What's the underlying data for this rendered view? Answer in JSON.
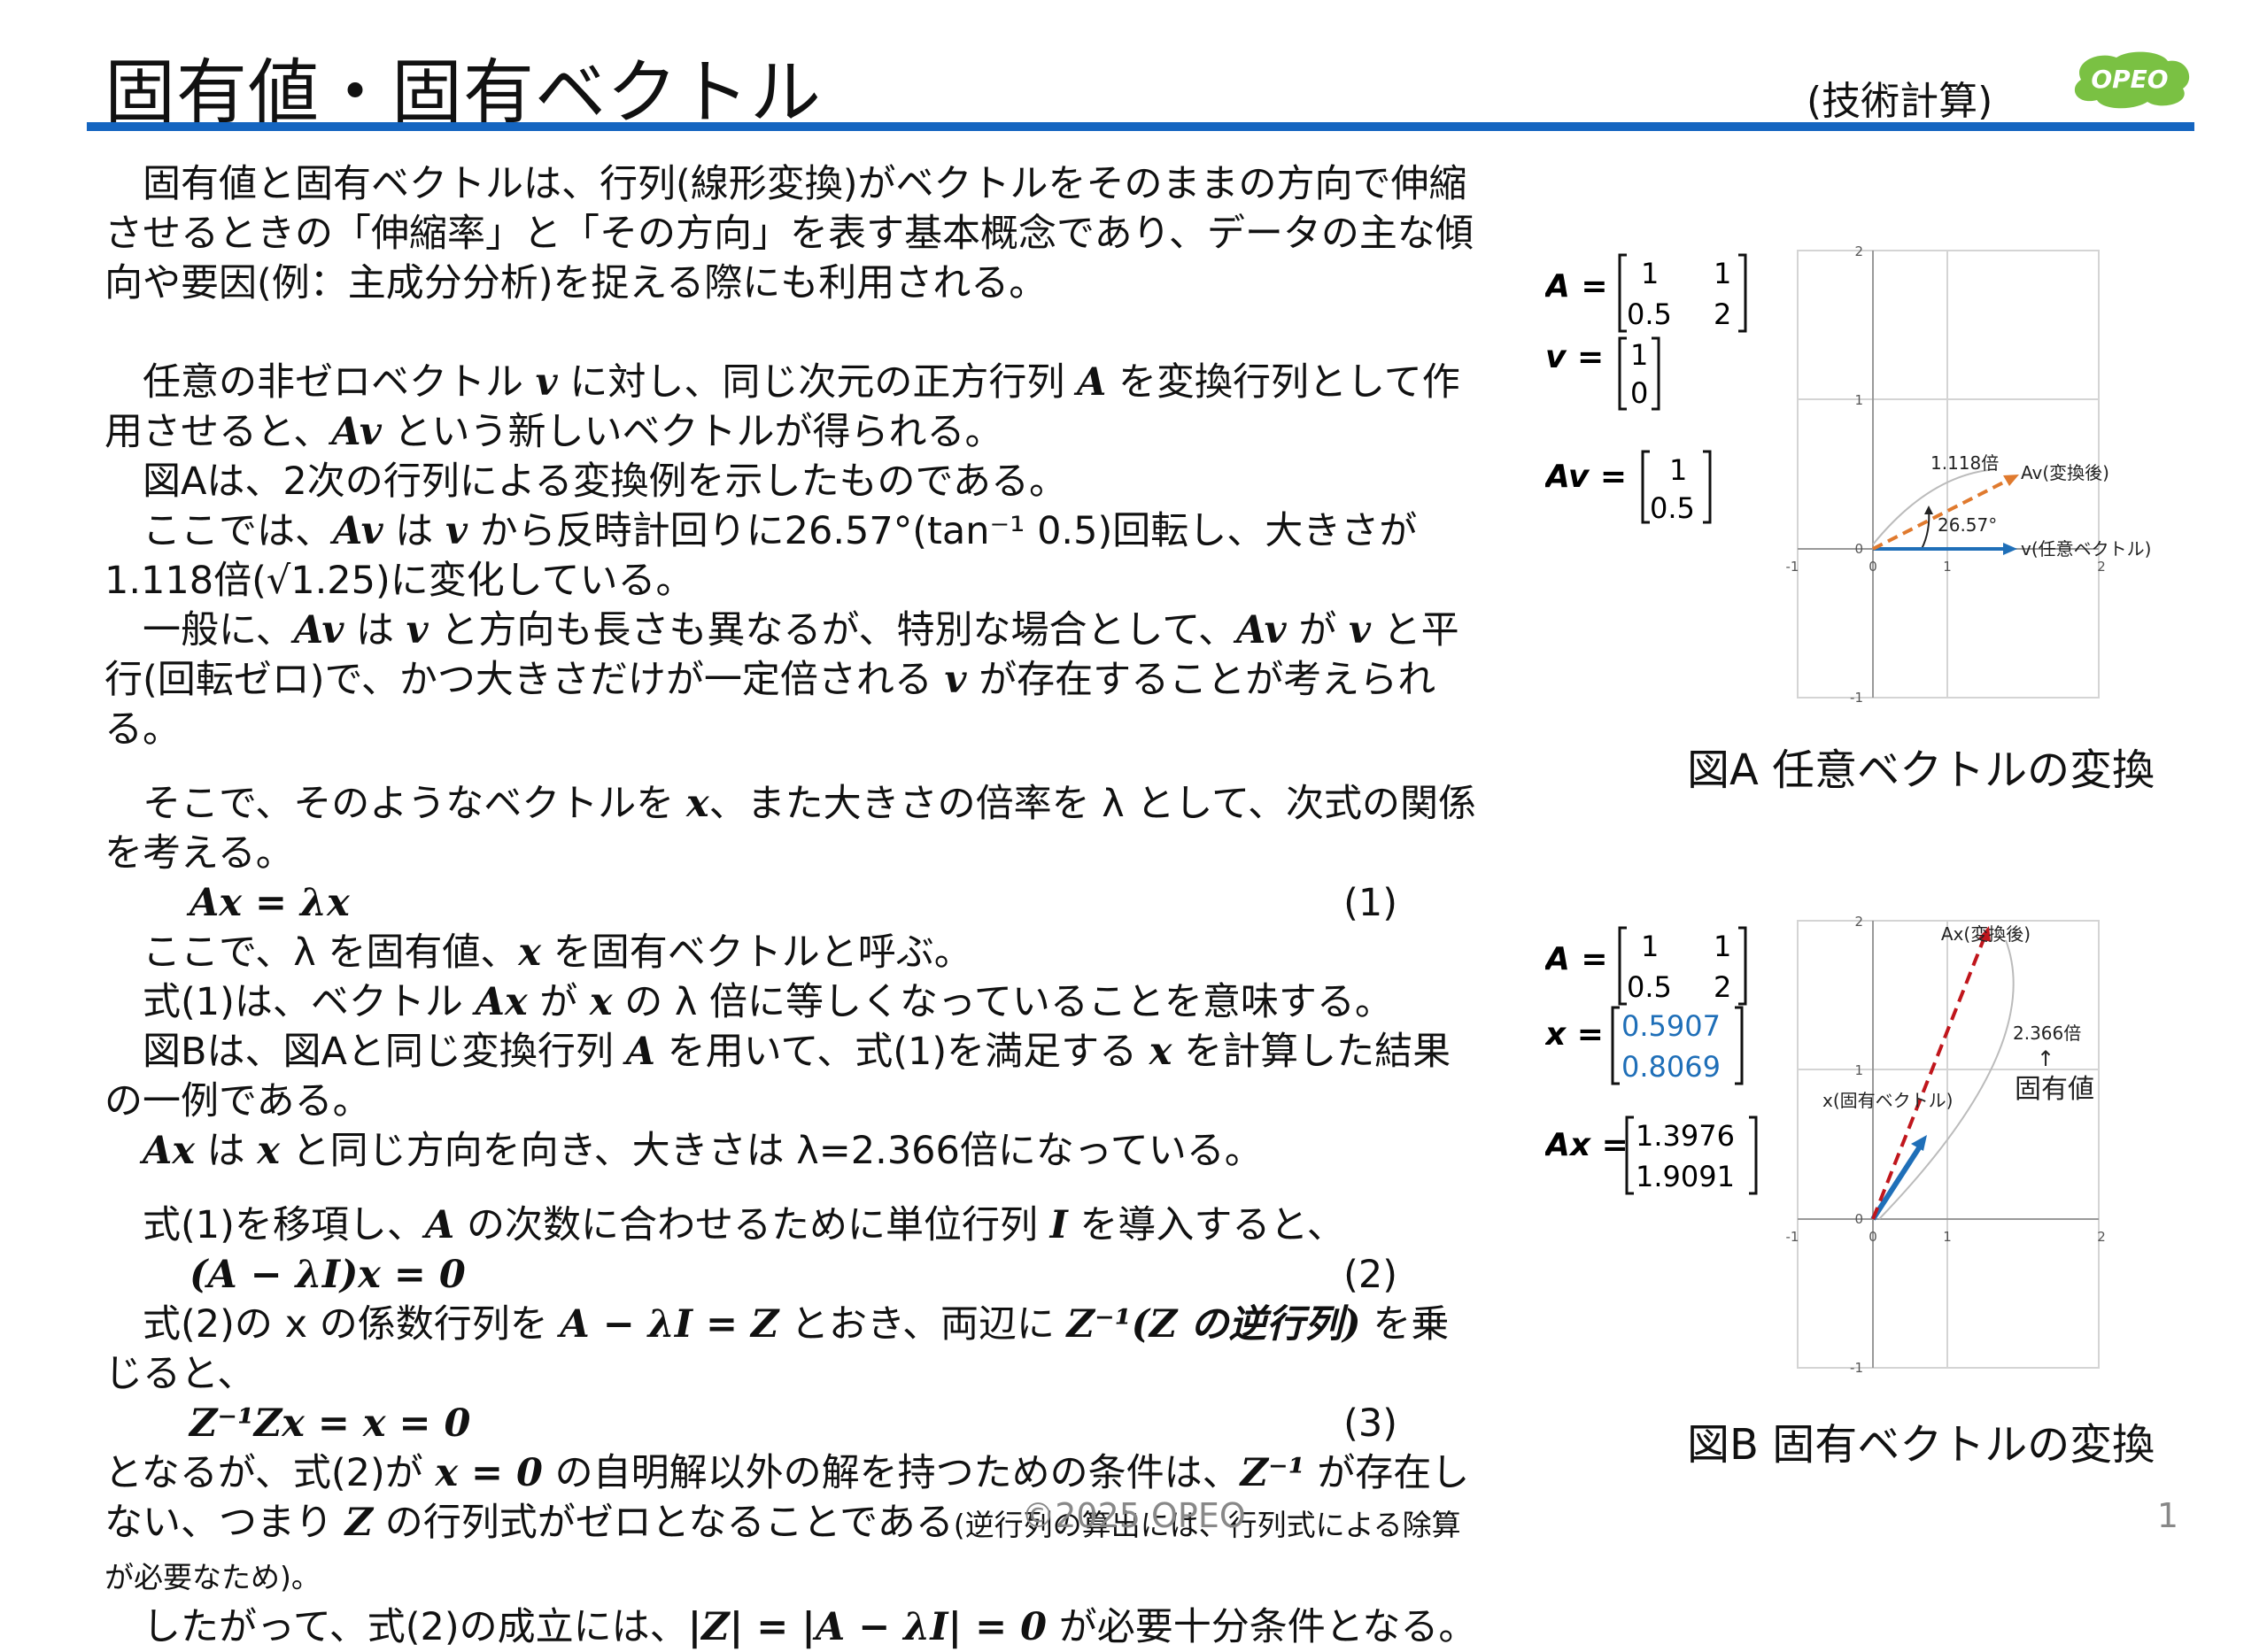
{
  "header": {
    "title": "固有値・固有ベクトル",
    "subtitle": "(技術計算)",
    "logo_text": "OPEO",
    "accent_color": "#1565c0",
    "logo_color": "#7ac143"
  },
  "body": {
    "p1": "　固有値と固有ベクトルは、行列(線形変換)がベクトルをそのままの方向で伸縮させるときの「伸縮率」と「その方向」を表す基本概念であり、データの主な傾向や要因(例：主成分分析)を捉える際にも利用される。",
    "p2_a": "　任意の非ゼロベクトル ",
    "p2_b": " に対し、同じ次元の正方行列 ",
    "p2_c": " を変換行列として作用させると、",
    "p2_d": " という新しいベクトルが得られる。",
    "p3": "　図Aは、2次の行列による変換例を示したものである。",
    "p4_a": "　ここでは、",
    "p4_b": " は ",
    "p4_c": " から反時計回りに26.57°(tan⁻¹ 0.5)回転し、大きさが1.118倍(√1.25)に変化している。",
    "p5_a": "　一般に、",
    "p5_b": " は ",
    "p5_c": " と方向も長さも異なるが、特別な場合として、",
    "p5_d": " が ",
    "p5_e": " と平行(回転ゼロ)で、かつ大きさだけが一定倍される ",
    "p5_f": " が存在することが考えられる。",
    "p6_a": "　そこで、そのようなベクトルを ",
    "p6_b": "、また大きさの倍率を λ として、次式の関係を考える。",
    "eq1": "Ax = λx",
    "eq1_num": "(1)",
    "p7_a": "　ここで、λ を固有値、",
    "p7_b": " を固有ベクトルと呼ぶ。",
    "p8_a": "　式(1)は、ベクトル ",
    "p8_b": " が ",
    "p8_c": " の λ 倍に等しくなっていることを意味する。",
    "p9_a": "　図Bは、図Aと同じ変換行列 ",
    "p9_b": " を用いて、式(1)を満足する ",
    "p9_c": " を計算した結果の一例である。",
    "p10_a": "　",
    "p10_b": " は ",
    "p10_c": " と同じ方向を向き、大きさは λ=2.366倍になっている。",
    "p11_a": "　式(1)を移項し、",
    "p11_b": " の次数に合わせるために単位行列 ",
    "p11_c": " を導入すると、",
    "eq2": "(A − λI)x = 0",
    "eq2_num": "(2)",
    "p12_a": "　式(2)の x の係数行列を ",
    "p12_b": " とおき、両辺に ",
    "p12_c": " を乗じると、",
    "eq3": "Z⁻¹Zx = x = 0",
    "eq3_num": "(3)",
    "p13_a": "となるが、式(2)が ",
    "p13_b": " の自明解以外の解を持つための条件は、",
    "p13_c": " が存在しない、つまり ",
    "p13_d": " の行列式がゼロとなることである",
    "p13_e": "(逆行列の算出には、行列式による除算が必要なため)。",
    "p14_a": "　したがって、式(2)の成立には、",
    "p14_b": " が必要十分条件となる。",
    "sym_v": "v",
    "sym_A": "A",
    "sym_Av": "Av",
    "sym_x": "x",
    "sym_Ax": "Ax",
    "sym_I": "I",
    "sym_AlI_Z": "A − λI = Z",
    "sym_Zinv_paren": "Z⁻¹(Z の逆行列)",
    "sym_x0": "x = 0",
    "sym_Zinv": "Z⁻¹",
    "sym_Z": "Z",
    "sym_det": "|Z| = |A − λI| = 0"
  },
  "figA": {
    "caption": "図A 任意ベクトルの変換",
    "A_label": "A =",
    "A_rows": [
      [
        "1",
        "1"
      ],
      [
        "0.5",
        "2"
      ]
    ],
    "v_label": "v =",
    "v_rows": [
      "1",
      "0"
    ],
    "Av_label": "Av =",
    "Av_rows": [
      "1",
      "0.5"
    ],
    "ticks": [
      "-1",
      "0",
      "1",
      "2"
    ],
    "yticks": [
      "2",
      "1",
      "0",
      "-1"
    ],
    "label_scale": "1.118倍",
    "label_Av": "Av(変換後)",
    "label_angle": "26.57°",
    "label_v": "v(任意ベクトル)"
  },
  "figB": {
    "caption": "図B 固有ベクトルの変換",
    "A_label": "A =",
    "A_rows": [
      [
        "1",
        "1"
      ],
      [
        "0.5",
        "2"
      ]
    ],
    "x_label": "x =",
    "x_rows": [
      "0.5907",
      "0.8069"
    ],
    "Ax_label": "Ax =",
    "Ax_rows": [
      "1.3976",
      "1.9091"
    ],
    "ticks": [
      "-1",
      "0",
      "1",
      "2"
    ],
    "yticks": [
      "2",
      "1",
      "0",
      "-1"
    ],
    "label_Ax": "Ax(変換後)",
    "label_scale": "2.366倍",
    "label_arrow": "↑",
    "label_eig": "固有値",
    "label_x": "x(固有ベクトル)"
  },
  "colors": {
    "blue": "#1f6fb8",
    "orange": "#e07a2e",
    "red": "#c0161c",
    "grid": "#d4d4d4"
  },
  "footer": {
    "copyright": "©2025 OPEO",
    "page": "1"
  }
}
